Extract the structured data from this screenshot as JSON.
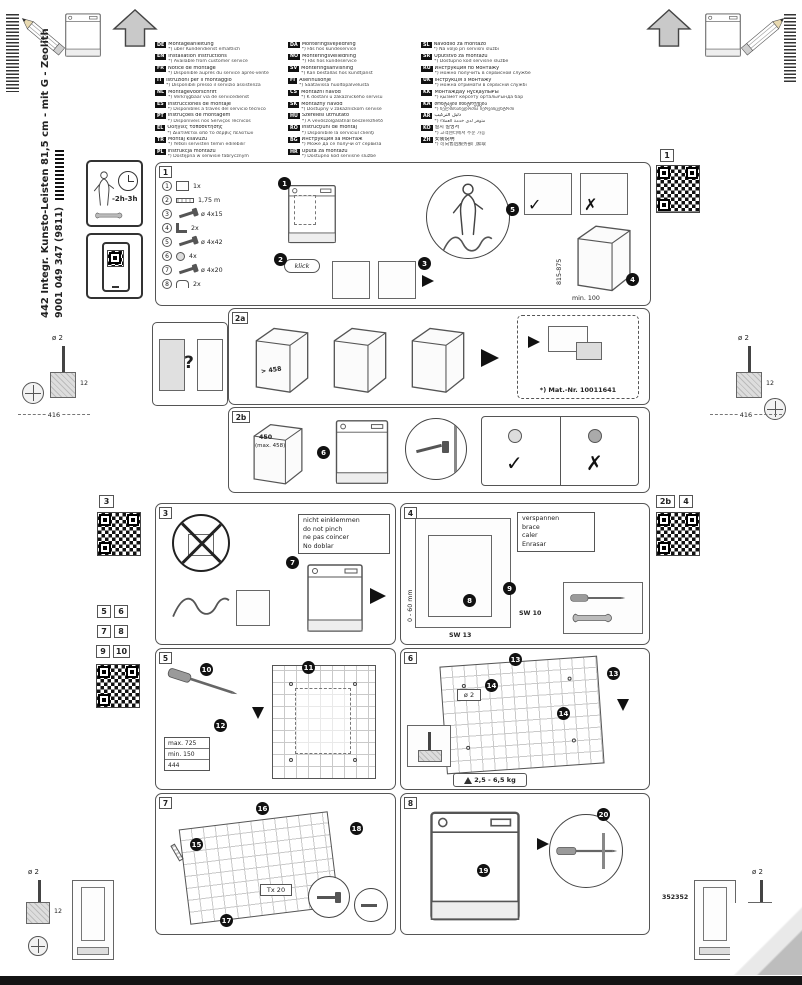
{
  "document": {
    "sidebar_title": "442 Integr. Kunsto-Leisten 81,5 cm - mit G - Zeolith",
    "sidebar_number": "9001 049 347 (9811)",
    "footer_number": "352352"
  },
  "icon_box": {
    "time": "-2h-3h"
  },
  "marks": {
    "ok": "✓",
    "bad": "✗"
  },
  "ref_labels": {
    "qr1": "1",
    "qr3": "3",
    "qr2b": "2b",
    "qr4": "4",
    "pairs": [
      "5",
      "6",
      "7",
      "8",
      "9",
      "10"
    ]
  },
  "drill": {
    "diameter": "ø 2",
    "depth": "12",
    "span": "416"
  },
  "languages": {
    "col1": [
      {
        "code": "de",
        "line1": "Montageanleitung",
        "line2": "*) über Kundendienst erhältlich"
      },
      {
        "code": "en",
        "line1": "Installation instructions",
        "line2": "*) Available from customer service"
      },
      {
        "code": "fr",
        "line1": "Notice de montage",
        "line2": "*) Disponible auprès du service après-vente"
      },
      {
        "code": "it",
        "line1": "Istruzioni per il montaggio",
        "line2": "*) Disponibili presso il servizio assistenza"
      },
      {
        "code": "nl",
        "line1": "Montagevoorschrift",
        "line2": "*) Verkrijgbaar via de servicedienst"
      },
      {
        "code": "es",
        "line1": "Instrucciones de montaje",
        "line2": "*) Disponibles a través del servicio técnico"
      },
      {
        "code": "pt",
        "line1": "Instruções de montagem",
        "line2": "*) Disponíveis nos Serviços Técnicos"
      },
      {
        "code": "el",
        "line1": "Οδηγίες τοποθέτησης",
        "line2": "*) Διατίθεται από το σέρβις πελατών"
      },
      {
        "code": "tr",
        "line1": "Montaj kılavuzu",
        "line2": "*) Yetkili servisten temin edilebilir"
      },
      {
        "code": "pl",
        "line1": "Instrukcja montażu",
        "line2": "*) Dostępna w serwisie fabrycznym"
      }
    ],
    "col2": [
      {
        "code": "da",
        "line1": "Monteringsvejledning",
        "line2": "*) Fås hos kundeservice"
      },
      {
        "code": "no",
        "line1": "Monteringsveiledning",
        "line2": "*) Fås hos kundeservice"
      },
      {
        "code": "sv",
        "line1": "Monteringsanvisning",
        "line2": "*) Kan beställas hos kundtjänst"
      },
      {
        "code": "fi",
        "line1": "Asennusohje",
        "line2": "*) Saatavissa huoltopalvelusta"
      },
      {
        "code": "cs",
        "line1": "Montážní návod",
        "line2": "*) K dostání u zákaznického servisu"
      },
      {
        "code": "sk",
        "line1": "Montážny návod",
        "line2": "*) Dostupný v zákazníckom servise"
      },
      {
        "code": "hu",
        "line1": "Szerelési útmutató",
        "line2": "*) A vevőszolgálatnál beszerezhető"
      },
      {
        "code": "ro",
        "line1": "Instrucţiuni de montaj",
        "line2": "*) Disponibile la serviciul clienţi"
      },
      {
        "code": "bg",
        "line1": "Инструкция за монтаж",
        "line2": "*) Може да се получи от сервиза"
      },
      {
        "code": "hr",
        "line1": "Uputa za montažu",
        "line2": "*) Dostupno kod servisne službe"
      }
    ],
    "col3": [
      {
        "code": "sl",
        "line1": "Navodilo za montažo",
        "line2": "*) Na voljo pri servisni službi"
      },
      {
        "code": "sr",
        "line1": "Uputstvo za montažu",
        "line2": "*) Dostupno kod servisne službe"
      },
      {
        "code": "ru",
        "line1": "Инструкция по монтажу",
        "line2": "*) можно получить в сервисной службе"
      },
      {
        "code": "uk",
        "line1": "Інструкція з монтажу",
        "line2": "*) можна отримати в сервісній службі"
      },
      {
        "code": "kk",
        "line1": "Монтаждау нұсқаулығы",
        "line2": "*) қызмет көрсету орталығында бар"
      },
      {
        "code": "ka",
        "line1": "მონტაჟის ინსტრუქცია",
        "line2": "*) ხელმისაწვდომია სერვისცენტრში"
      },
      {
        "code": "ar",
        "line1": "دليل التركيب",
        "line2": "*) متوفر لدى خدمة العملاء"
      },
      {
        "code": "ko",
        "line1": "설치 설명서",
        "line2": "*) 고객센터에서 주문 가능"
      },
      {
        "code": "zh",
        "line1": "安装说明",
        "line2": "*) 可向售后服务部门索取"
      }
    ]
  },
  "panel1": {
    "label": "1",
    "parts": [
      {
        "idx": "1",
        "glyph": "template",
        "qty": "1x"
      },
      {
        "idx": "2",
        "glyph": "strip",
        "qty": "1,75 m"
      },
      {
        "idx": "3",
        "glyph": "screw",
        "qty": "ø 4x15"
      },
      {
        "idx": "4",
        "glyph": "bracket",
        "qty": "2x"
      },
      {
        "idx": "5",
        "glyph": "screw",
        "qty": "ø 4x42"
      },
      {
        "idx": "6",
        "glyph": "cap",
        "qty": "4x"
      },
      {
        "idx": "7",
        "glyph": "screw",
        "qty": "ø 4x20"
      },
      {
        "idx": "8",
        "glyph": "clip",
        "qty": "2x"
      }
    ],
    "steps": [
      "1",
      "2",
      "3",
      "4",
      "5"
    ],
    "klick": "klick",
    "dim_height": "815-875",
    "dim_plinth": "min. 100"
  },
  "panel2a": {
    "label": "2a",
    "dim": "> 458",
    "mat_nr": "*) Mat.-Nr. 10011641",
    "question": "?"
  },
  "panel2b": {
    "label": "2b",
    "dim1": "450",
    "dim2": "(max. 458)",
    "steps": [
      "6"
    ]
  },
  "panel3": {
    "label": "3",
    "steps": [
      "7"
    ],
    "note": [
      "nicht einklemmen",
      "do not pinch",
      "ne pas coincer",
      "No doblar"
    ]
  },
  "panel4": {
    "label": "4",
    "steps": [
      "8",
      "9"
    ],
    "note": [
      "verspannen",
      "brace",
      "caler",
      "Enrasar"
    ],
    "tools": [
      "SW 10",
      "SW 13"
    ],
    "dim": "0 - 60 mm"
  },
  "panel5": {
    "label": "5",
    "steps": [
      "10",
      "11",
      "12"
    ],
    "table": [
      "max. 725",
      "min. 150",
      "444"
    ]
  },
  "panel6": {
    "label": "6",
    "steps": [
      "13",
      "14"
    ],
    "pilot": "ø 2",
    "weight": "2,5 - 6,5 kg"
  },
  "panel7": {
    "label": "7",
    "steps": [
      "15",
      "16",
      "17",
      "18"
    ],
    "tool": "Tx 20"
  },
  "panel8": {
    "label": "8",
    "steps": [
      "19",
      "20"
    ]
  }
}
